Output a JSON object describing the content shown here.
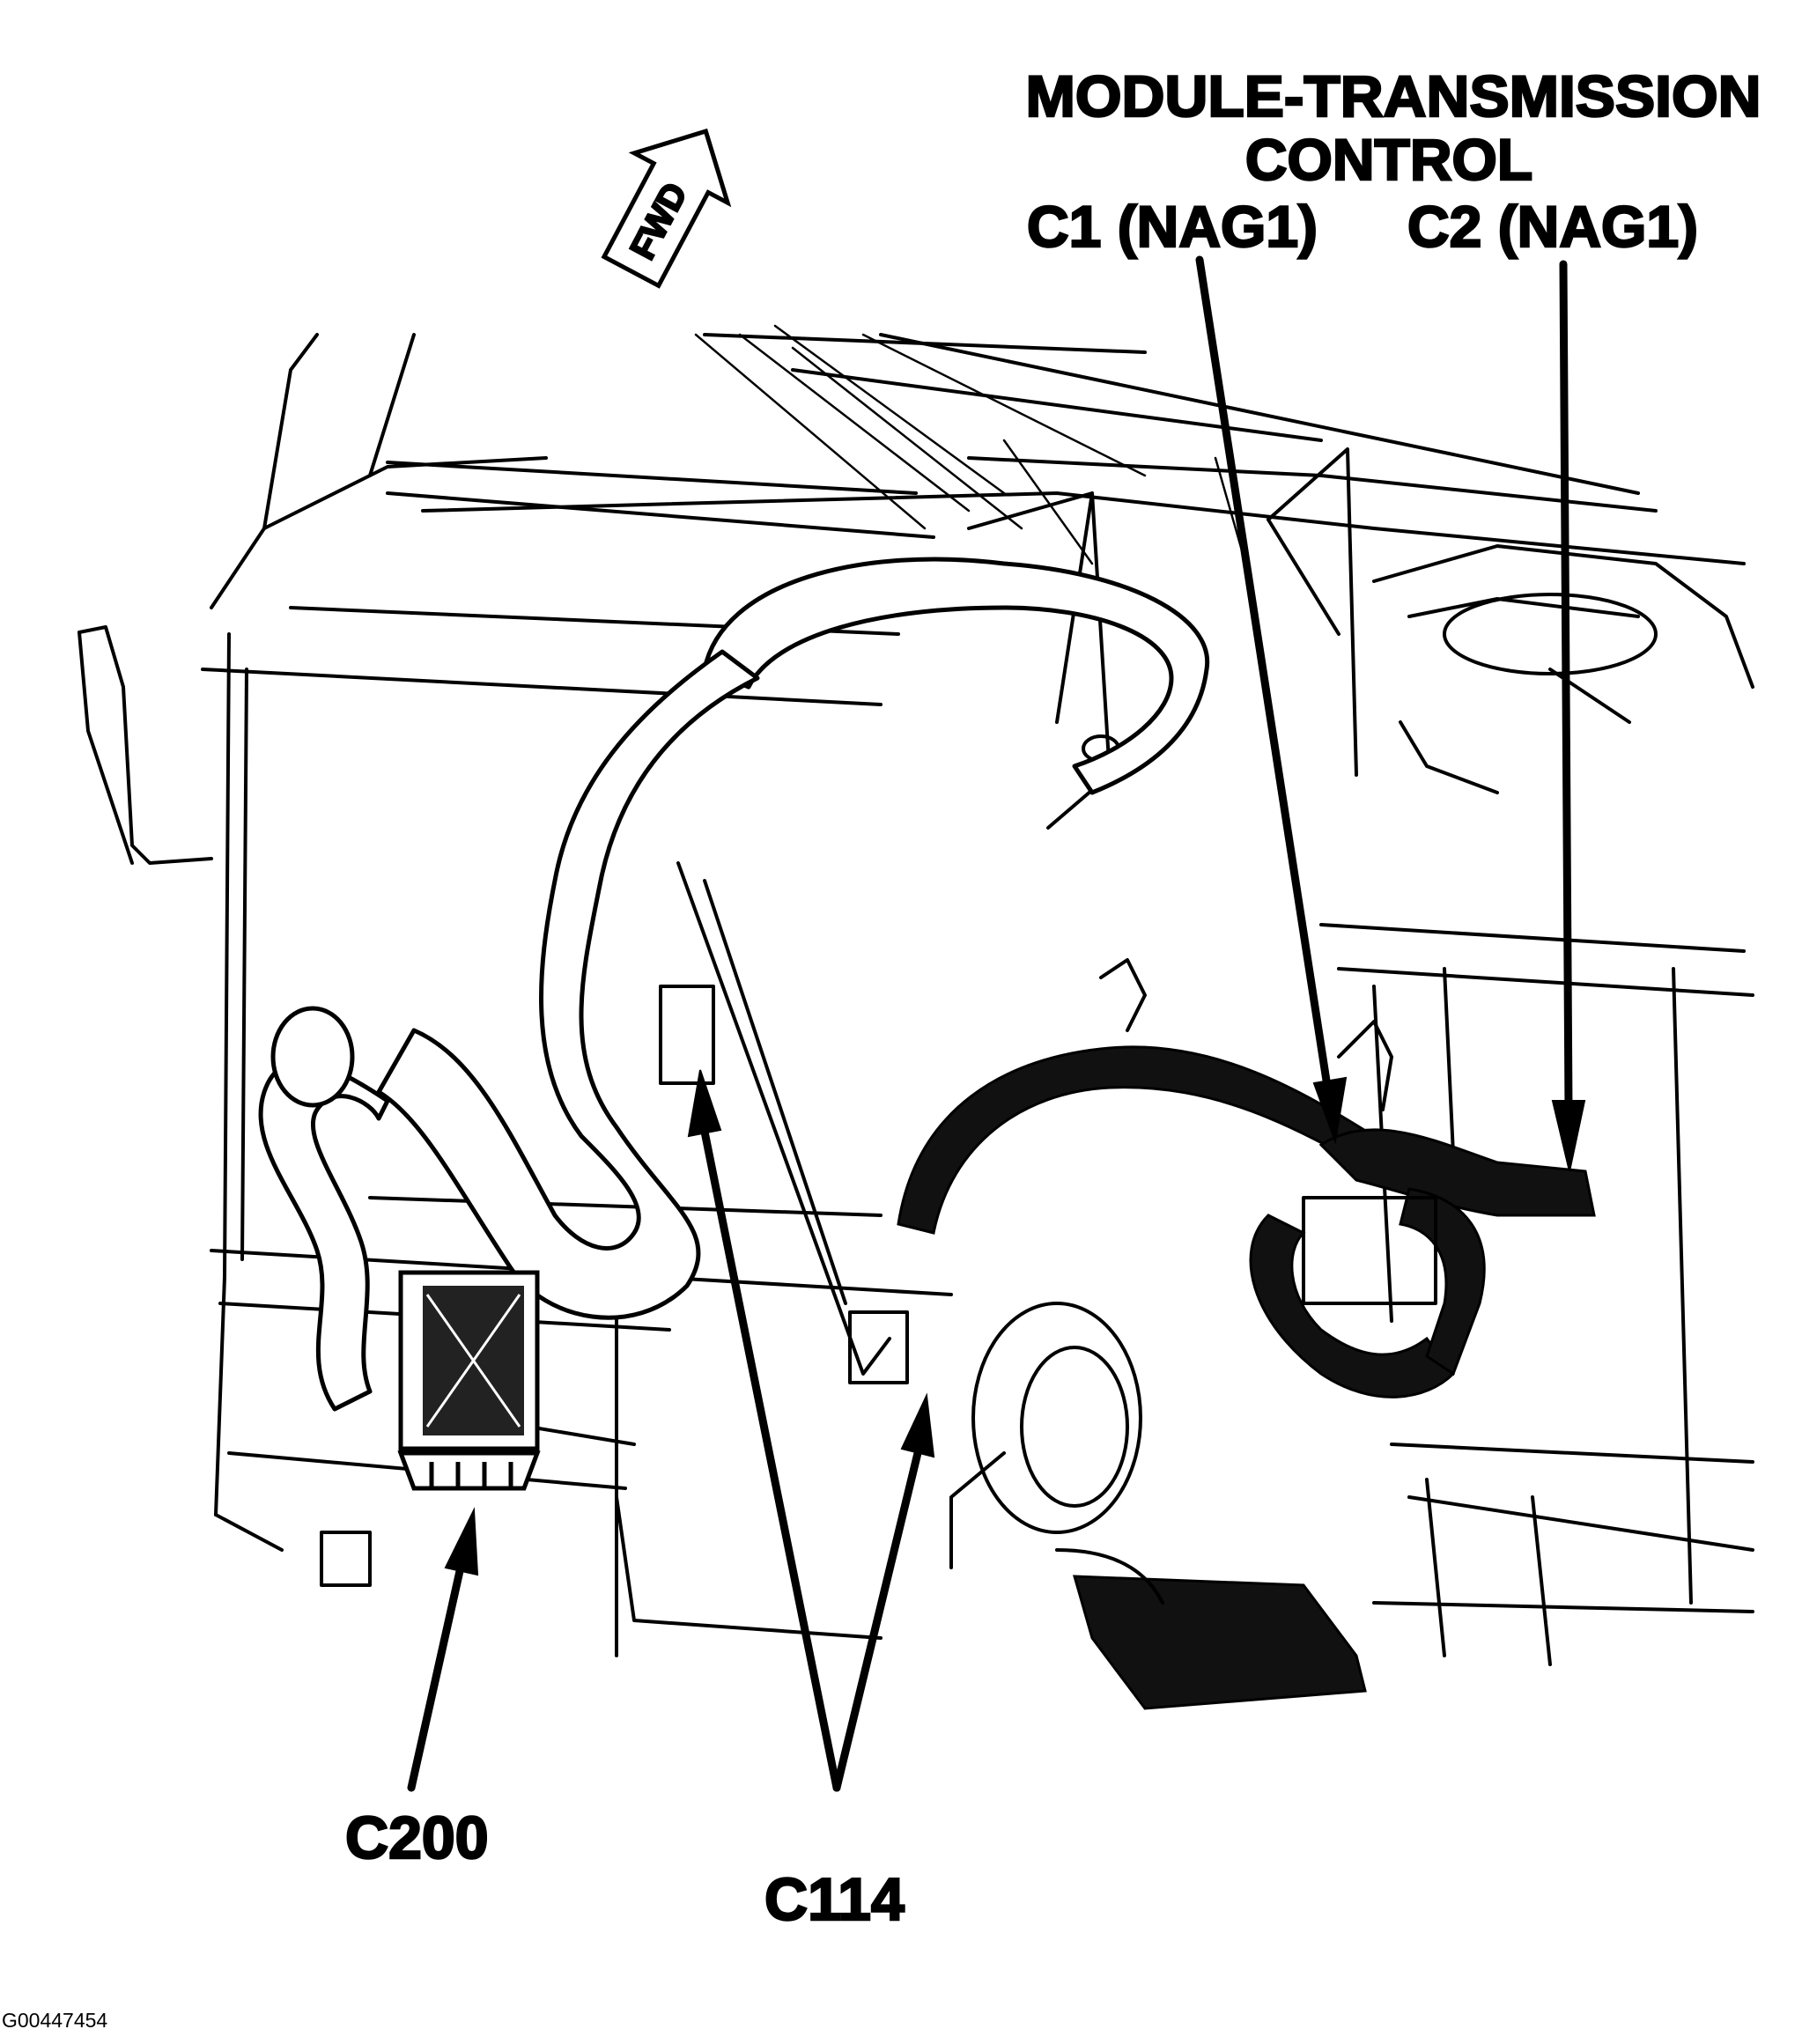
{
  "labels": {
    "module_line1": "MODULE-TRANSMISSION",
    "module_line2": "CONTROL",
    "c1": "C1 (NAG1)",
    "c2": "C2 (NAG1)",
    "c200": "C200",
    "c114": "C114",
    "fwd": "FWD",
    "figure_id": "G00447454"
  },
  "colors": {
    "ink": "#000000",
    "paper": "#ffffff"
  }
}
